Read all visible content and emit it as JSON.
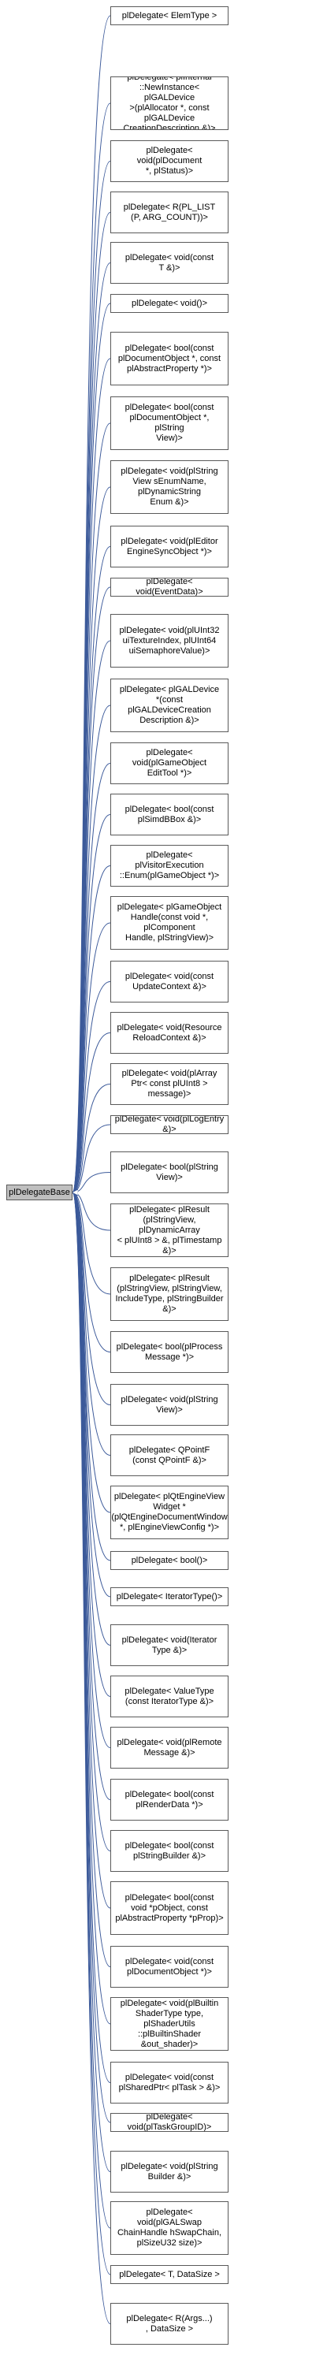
{
  "base": {
    "label": "plDelegateBase"
  },
  "nodes": [
    {
      "label": "plDelegate< ElemType >"
    },
    {
      "label": "plDelegate< plInternal\n::NewInstance< plGALDevice\n>(plAllocator *, const plGALDevice\nCreationDescription &)>"
    },
    {
      "label": "plDelegate< void(plDocument\n *, plStatus)>"
    },
    {
      "label": "plDelegate< R(PL_LIST\n(P, ARG_COUNT))>"
    },
    {
      "label": "plDelegate< void(const\n T &)>"
    },
    {
      "label": "plDelegate< void()>"
    },
    {
      "label": "plDelegate< bool(const\n plDocumentObject *, const\n plAbstractProperty *)>"
    },
    {
      "label": "plDelegate< bool(const\n plDocumentObject *, plString\nView)>"
    },
    {
      "label": "plDelegate< void(plString\nView sEnumName, plDynamicString\n Enum &)>"
    },
    {
      "label": "plDelegate< void(plEditor\nEngineSyncObject *)>"
    },
    {
      "label": "plDelegate< void(EventData)>"
    },
    {
      "label": "plDelegate< void(plUInt32\n uiTextureIndex, plUInt64\n uiSemaphoreValue)>"
    },
    {
      "label": "plDelegate< plGALDevice\n *(const plGALDeviceCreation\nDescription &)>"
    },
    {
      "label": "plDelegate< void(plGameObject\nEditTool *)>"
    },
    {
      "label": "plDelegate< bool(const\n plSimdBBox &)>"
    },
    {
      "label": "plDelegate< plVisitorExecution\n::Enum(plGameObject *)>"
    },
    {
      "label": "plDelegate< plGameObject\nHandle(const void *, plComponent\nHandle, plStringView)>"
    },
    {
      "label": "plDelegate< void(const\n UpdateContext &)>"
    },
    {
      "label": "plDelegate< void(Resource\nReloadContext &)>"
    },
    {
      "label": "plDelegate< void(plArray\nPtr< const plUInt8 > message)>"
    },
    {
      "label": "plDelegate< void(plLogEntry &)>"
    },
    {
      "label": "plDelegate< bool(plString\nView)>"
    },
    {
      "label": "plDelegate< plResult\n(plStringView, plDynamicArray\n< plUInt8 > &, plTimestamp &)>"
    },
    {
      "label": "plDelegate< plResult\n(plStringView, plStringView,\n IncludeType, plStringBuilder &)>"
    },
    {
      "label": "plDelegate< bool(plProcess\nMessage *)>"
    },
    {
      "label": "plDelegate< void(plString\nView)>"
    },
    {
      "label": "plDelegate< QPointF\n(const QPointF &)>"
    },
    {
      "label": "plDelegate< plQtEngineView\nWidget *(plQtEngineDocumentWindow\n *, plEngineViewConfig *)>"
    },
    {
      "label": "plDelegate< bool()>"
    },
    {
      "label": "plDelegate< IteratorType()>"
    },
    {
      "label": "plDelegate< void(Iterator\nType &)>"
    },
    {
      "label": "plDelegate< ValueType\n(const IteratorType &)>"
    },
    {
      "label": "plDelegate< void(plRemote\nMessage &)>"
    },
    {
      "label": "plDelegate< bool(const\n plRenderData *)>"
    },
    {
      "label": "plDelegate< bool(const\n plStringBuilder &)>"
    },
    {
      "label": "plDelegate< bool(const\n void *pObject, const\n plAbstractProperty *pProp)>"
    },
    {
      "label": "plDelegate< void(const\n plDocumentObject *)>"
    },
    {
      "label": "plDelegate< void(plBuiltin\nShaderType type, plShaderUtils\n::plBuiltinShader &out_shader)>"
    },
    {
      "label": "plDelegate< void(const\n plSharedPtr< plTask > &)>"
    },
    {
      "label": "plDelegate< void(plTaskGroupID)>"
    },
    {
      "label": "plDelegate< void(plString\nBuilder &)>"
    },
    {
      "label": "plDelegate< void(plGALSwap\nChainHandle hSwapChain,\n plSizeU32 size)>"
    },
    {
      "label": "plDelegate< T, DataSize >"
    },
    {
      "label": "plDelegate< R(Args...)\n, DataSize >"
    }
  ]
}
